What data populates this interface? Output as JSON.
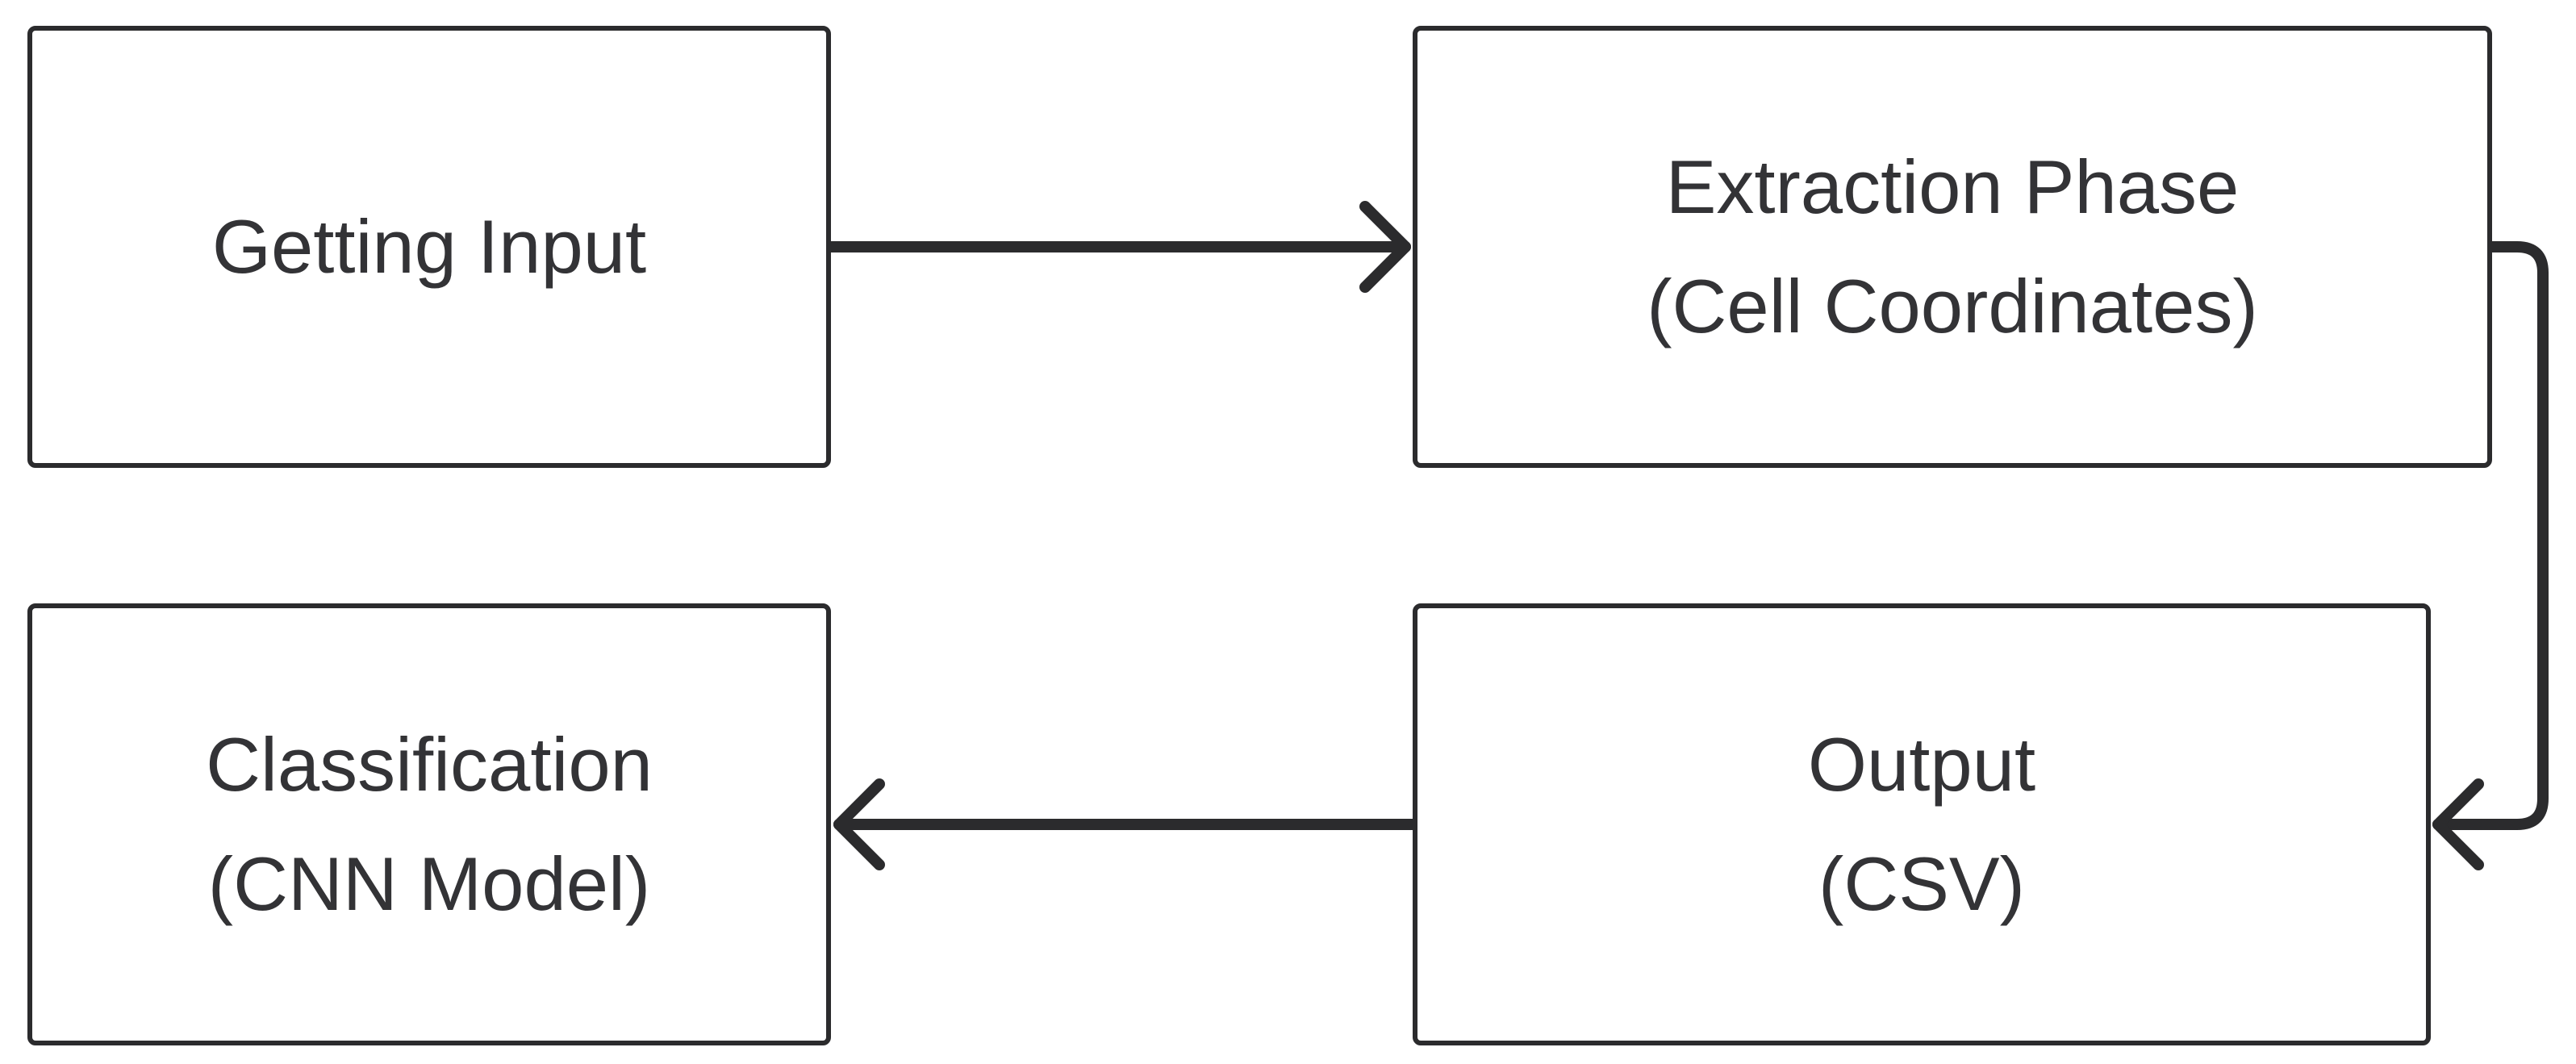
{
  "diagram": {
    "nodes": [
      {
        "id": "input",
        "lines": [
          "Getting Input"
        ]
      },
      {
        "id": "extraction",
        "lines": [
          "Extraction Phase",
          "(Cell Coordinates)"
        ]
      },
      {
        "id": "output",
        "lines": [
          "Output",
          "(CSV)"
        ]
      },
      {
        "id": "classification",
        "lines": [
          "Classification",
          "(CNN Model)"
        ]
      }
    ],
    "edges": [
      {
        "from": "input",
        "to": "extraction"
      },
      {
        "from": "extraction",
        "to": "output"
      },
      {
        "from": "output",
        "to": "classification"
      }
    ],
    "colors": {
      "stroke": "#2b2b2d",
      "text": "#333336",
      "background": "#ffffff"
    }
  }
}
